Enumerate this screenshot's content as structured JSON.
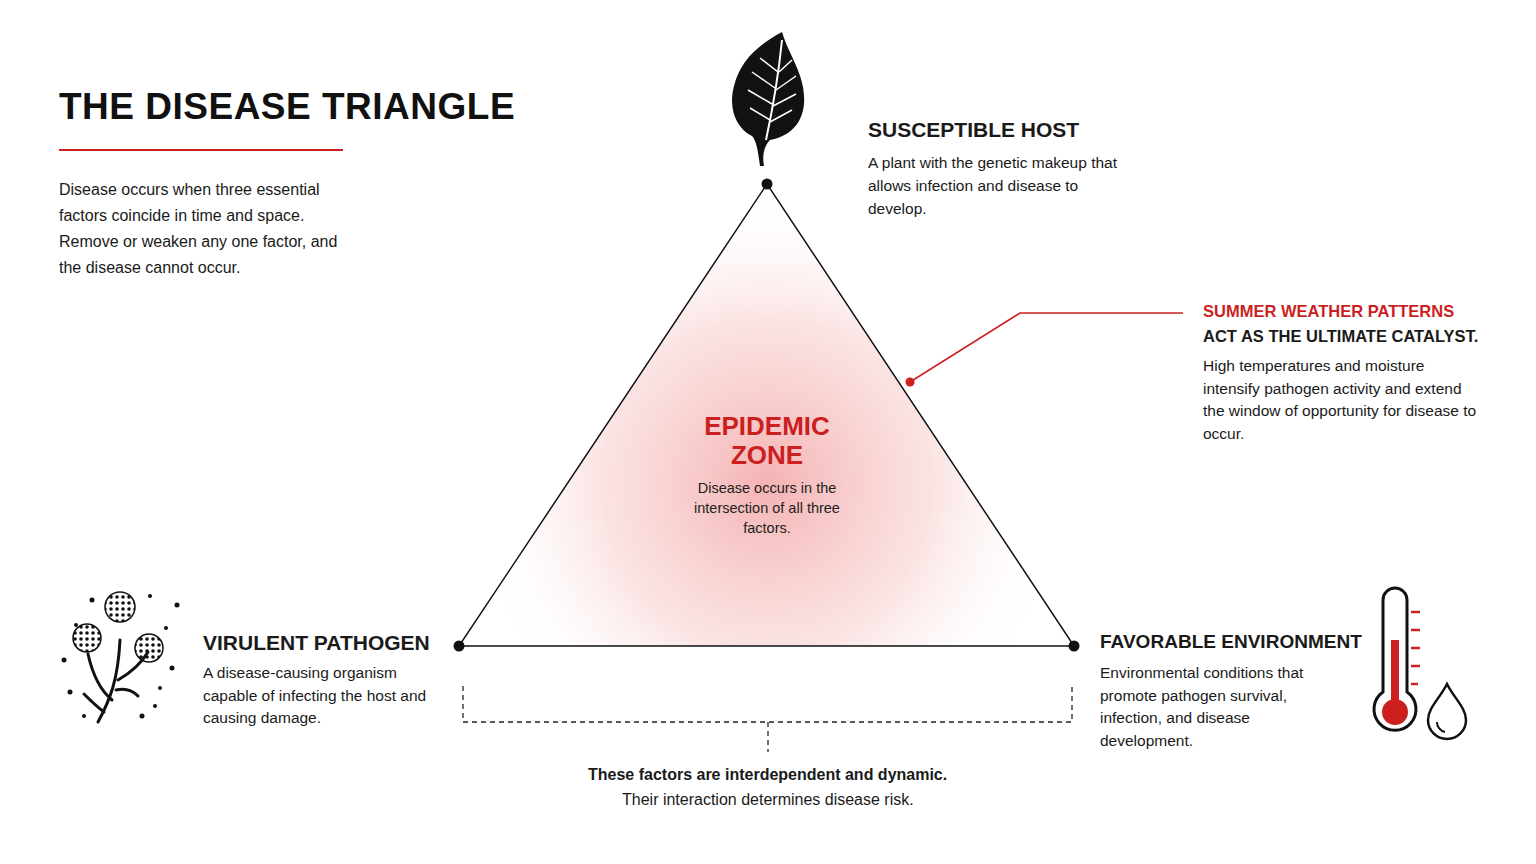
{
  "diagram": {
    "title": "THE DISEASE TRIANGLE",
    "nodes": [
      {
        "text": [
          "EPIDEMIC ZONE",
          "Disease occurs in the intersection of all three factors."
        ]
      }
    ],
    "labels": [
      "Disease occurs when three essential factors coincide in time and space. Remove or weaken any one factor, and the disease cannot occur.",
      "SUSCEPTIBLE HOST",
      "A plant with the genetic makeup that allows infection and disease to develop.",
      "SUMMER WEATHER PATTERNS",
      "ACT AS THE ULTIMATE CATALYST.",
      "High temperatures and moisture intensify pathogen activity and extend the window of opportunity for disease to occur.",
      "VIRULENT PATHOGEN",
      "A disease-causing organism capable of infecting the host and causing damage.",
      "FAVORABLE ENVIRONMENT",
      "Environmental conditions that promote pathogen survival, infection, and disease development.",
      "These factors are interdependent and dynamic.",
      "Their interaction determines disease risk."
    ]
  }
}
